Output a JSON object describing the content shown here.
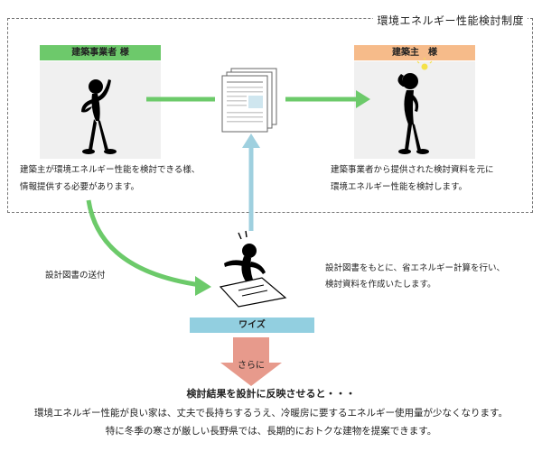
{
  "title": "環境エネルギー性能検討制度",
  "left_party": {
    "label": "建築事業者 様",
    "description_lines": [
      "建築主が環境エネルギー性能を検討できる様、",
      "情報提供する必要があります。"
    ]
  },
  "right_party": {
    "label": "建築主　様",
    "description_lines": [
      "建築事業者から提供された検討資料を元に",
      "環境エネルギー性能を検討します。"
    ]
  },
  "middle_party": {
    "label": "ワイズ",
    "description_lines": [
      "設計図書をもとに、省エネルギー計算を行い、",
      "検討資料を作成いたします。"
    ]
  },
  "send_label": "設計図書の送付",
  "further_arrow_label": "さらに",
  "bottom": {
    "heading": "検討結果を設計に反映させると・・・",
    "lines": [
      "環境エネルギー性能が良い家は、丈夫で長持ちするうえ、冷暖房に要するエネルギー使用量が少なくなります。",
      "特に冬季の寒さが厳しい長野県では、長期的におトクな建物を提案できます。"
    ]
  },
  "colors": {
    "green": "#6dc96b",
    "orange": "#f6bb8a",
    "blue": "#92cfe0",
    "arrow_green": "#6cca6a",
    "arrow_blue": "#9fd0df",
    "arrow_salmon": "#e79a8c"
  }
}
